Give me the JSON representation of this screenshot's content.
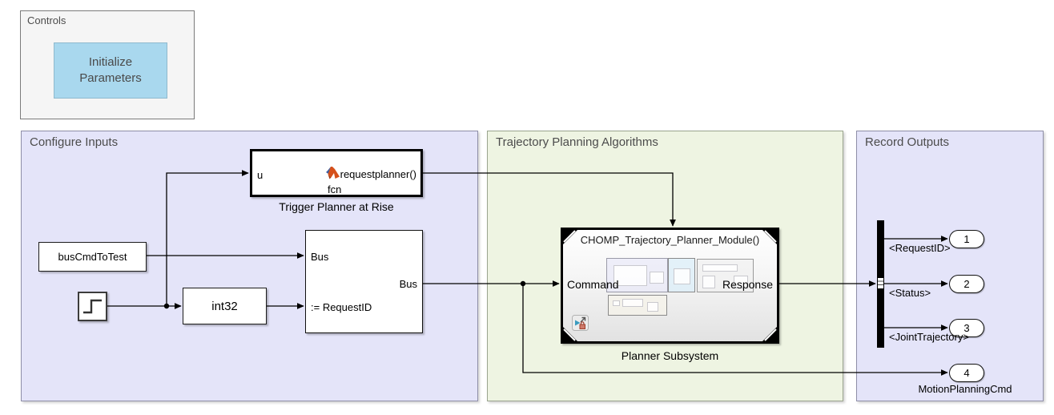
{
  "controls": {
    "label": "Controls",
    "button_label": "Initialize Parameters"
  },
  "regions": {
    "configure": "Configure Inputs",
    "trajectory": "Trajectory Planning Algorithms",
    "record": "Record Outputs"
  },
  "blocks": {
    "trigger": {
      "port_u": "u",
      "code": "requestplanner()",
      "fcn": "fcn",
      "name": "Trigger Planner at Rise"
    },
    "bus_cmd": {
      "label": "busCmdToTest"
    },
    "int32": {
      "label": "int32"
    },
    "bus_assign": {
      "port_in1": "Bus",
      "port_in2": ":= RequestID",
      "port_out": "Bus"
    },
    "planner": {
      "title": "CHOMP_Trajectory_Planner_Module()",
      "port_in": "Command",
      "port_out": "Response",
      "name": "Planner Subsystem"
    }
  },
  "outputs": [
    {
      "num": "1",
      "label": "<RequestID>"
    },
    {
      "num": "2",
      "label": "<Status>"
    },
    {
      "num": "3",
      "label": "<JointTrajectory>"
    },
    {
      "num": "4",
      "label": "MotionPlanningCmd"
    }
  ],
  "colors": {
    "lavender_area": "#e4e4f9",
    "green_area": "#eef4e2",
    "controls_area": "#f5f5f5",
    "button_blue": "#a9d8ee",
    "wire": "#000000",
    "block_border": "#000000"
  }
}
